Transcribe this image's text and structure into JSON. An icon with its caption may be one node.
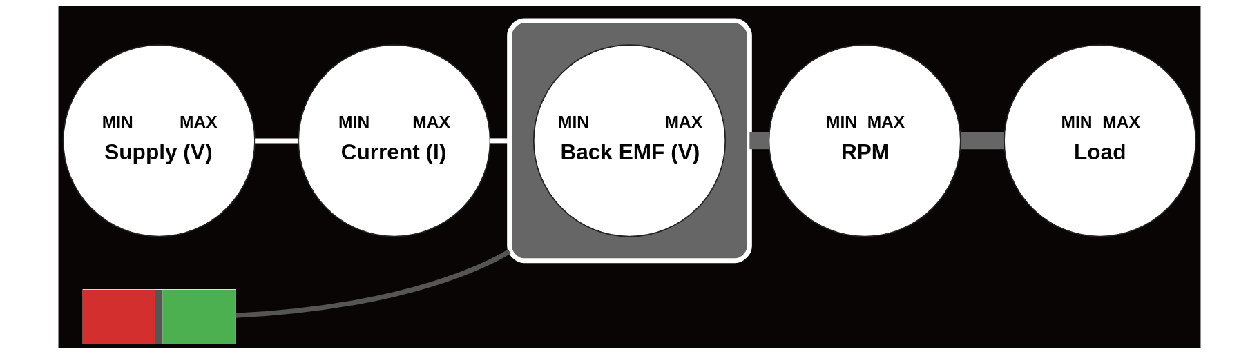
{
  "diagram": {
    "nodes": [
      {
        "text": [
          "MIN",
          "MAX",
          "Supply (V)"
        ]
      },
      {
        "text": [
          "MIN",
          "MAX",
          "Current (I)"
        ]
      },
      {
        "text": [],
        "shape": "bar"
      },
      {
        "text": [],
        "shape": "box"
      },
      {
        "text": [
          "MIN",
          "MAX",
          "Back EMF (V)"
        ],
        "in": 3
      },
      {
        "text": [
          "MIN",
          "MAX",
          "RPM"
        ]
      },
      {
        "text": [
          "MIN",
          "MAX",
          "Load"
        ]
      }
    ],
    "edges": [
      {
        "from": 0,
        "to": 1,
        "arrow": "none"
      },
      {
        "from": 1,
        "to": 3,
        "arrow": "none"
      },
      {
        "from": 2,
        "to": 3,
        "arrow": "none",
        "color": "#555555"
      },
      {
        "from": 3,
        "to": 5,
        "arrow": "none",
        "style": "thick",
        "color": "#666666"
      },
      {
        "from": 5,
        "to": 6,
        "arrow": "none",
        "style": "thick",
        "color": "#666666"
      }
    ]
  }
}
